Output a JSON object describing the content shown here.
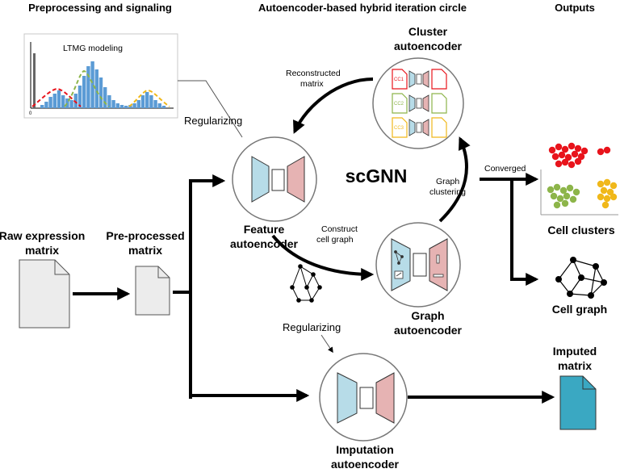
{
  "headers": {
    "left": "Preprocessing and signaling",
    "middle": "Autoencoder-based hybrid iteration circle",
    "right": "Outputs"
  },
  "ltmg": {
    "title": "LTMG modeling",
    "zero": "0"
  },
  "labels": {
    "raw_line1": "Raw expression",
    "raw_line2": "matrix",
    "pre_line1": "Pre-processed",
    "pre_line2": "matrix",
    "regularizing_top": "Regularizing",
    "regularizing_bottom": "Regularizing",
    "reconstructed_line1": "Reconstructed",
    "reconstructed_line2": "matrix",
    "construct_line1": "Construct",
    "construct_line2": "cell graph",
    "graph_clustering_line1": "Graph",
    "graph_clustering_line2": "clustering",
    "converged": "Converged",
    "scgnn": "scGNN",
    "cluster_ae_line1": "Cluster",
    "cluster_ae_line2": "autoencoder",
    "feature_ae_line1": "Feature",
    "feature_ae_line2": "autoencoder",
    "graph_ae_line1": "Graph",
    "graph_ae_line2": "autoencoder",
    "imputation_ae_line1": "Imputation",
    "imputation_ae_line2": "autoencoder",
    "cell_clusters": "Cell clusters",
    "cell_graph": "Cell graph",
    "imputed_line1": "Imputed",
    "imputed_line2": "matrix"
  },
  "cluster_tags": [
    "CC1",
    "CC2",
    "CC3"
  ],
  "colors": {
    "encoder": "#b7dce8",
    "decoder": "#e6b3b3",
    "red": "#e8141c",
    "green": "#8db54a",
    "yellow": "#f0b81a",
    "imputed": "#3aa8c2",
    "histogram": "#5b9bd5"
  }
}
